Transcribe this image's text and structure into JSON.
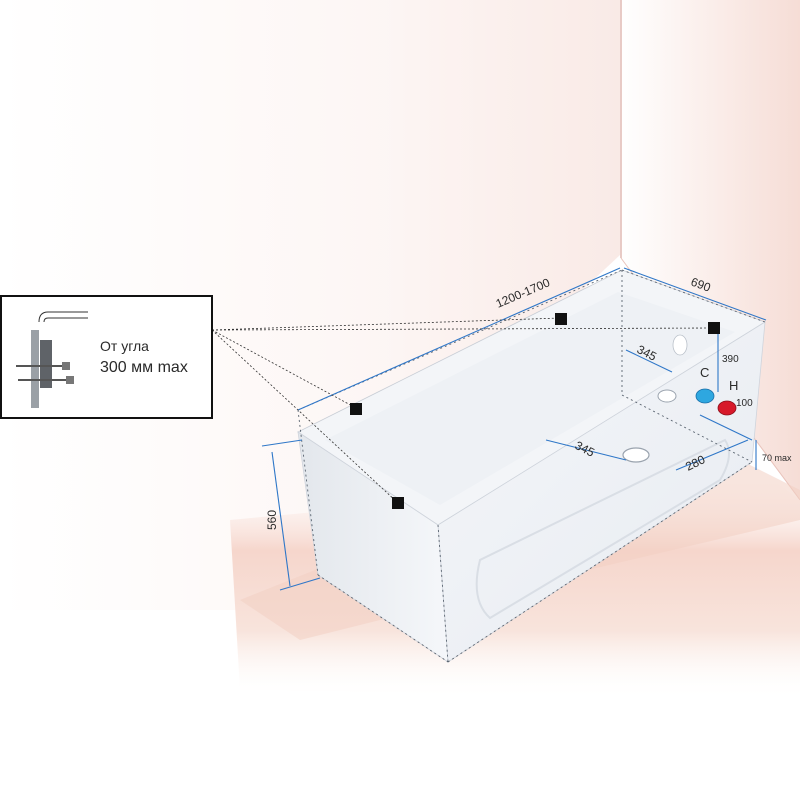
{
  "callout": {
    "line1": "От угла",
    "line2": "300 мм max"
  },
  "dimensions": {
    "length": "1200-1700",
    "width": "690",
    "height": "560",
    "drain_from_wall": "345",
    "overflow_offset": "345",
    "drain_offset": "280",
    "tap_height": "390",
    "tap_spacing": "100",
    "floor_gap": "70 max"
  },
  "taps": {
    "cold": {
      "label": "C",
      "color": "#2ea7e0"
    },
    "hot": {
      "label": "H",
      "color": "#d7192a"
    }
  },
  "colors": {
    "dimension_line": "#2f77c8",
    "wall_shade": "#f0c9bf",
    "floor_shade": "#f3c5b6",
    "bracket": "#111111"
  }
}
